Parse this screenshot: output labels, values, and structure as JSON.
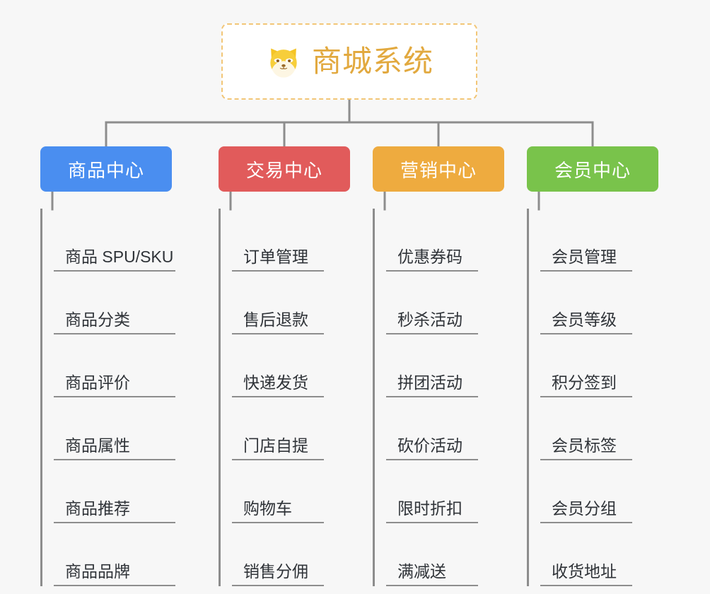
{
  "page": {
    "background_color": "#f7f7f7",
    "line_color": "#8d8d8d",
    "text_color": "#2f3338"
  },
  "root": {
    "title": "商城系统",
    "icon": "shiba-dog-face-icon",
    "text_color": "#e2a93f",
    "border_color": "#f2c677",
    "background_color": "#ffffff"
  },
  "branches": [
    {
      "label": "商品中心",
      "color": "#4a8ef0",
      "items": [
        "商品 SPU/SKU",
        "商品分类",
        "商品评价",
        "商品属性",
        "商品推荐",
        "商品品牌"
      ]
    },
    {
      "label": "交易中心",
      "color": "#e15b5b",
      "items": [
        "订单管理",
        "售后退款",
        "快递发货",
        "门店自提",
        "购物车",
        "销售分佣"
      ]
    },
    {
      "label": "营销中心",
      "color": "#eeab3f",
      "items": [
        "优惠券码",
        "秒杀活动",
        "拼团活动",
        "砍价活动",
        "限时折扣",
        "满减送"
      ]
    },
    {
      "label": "会员中心",
      "color": "#79c34b",
      "items": [
        "会员管理",
        "会员等级",
        "积分签到",
        "会员标签",
        "会员分组",
        "收货地址"
      ]
    }
  ]
}
